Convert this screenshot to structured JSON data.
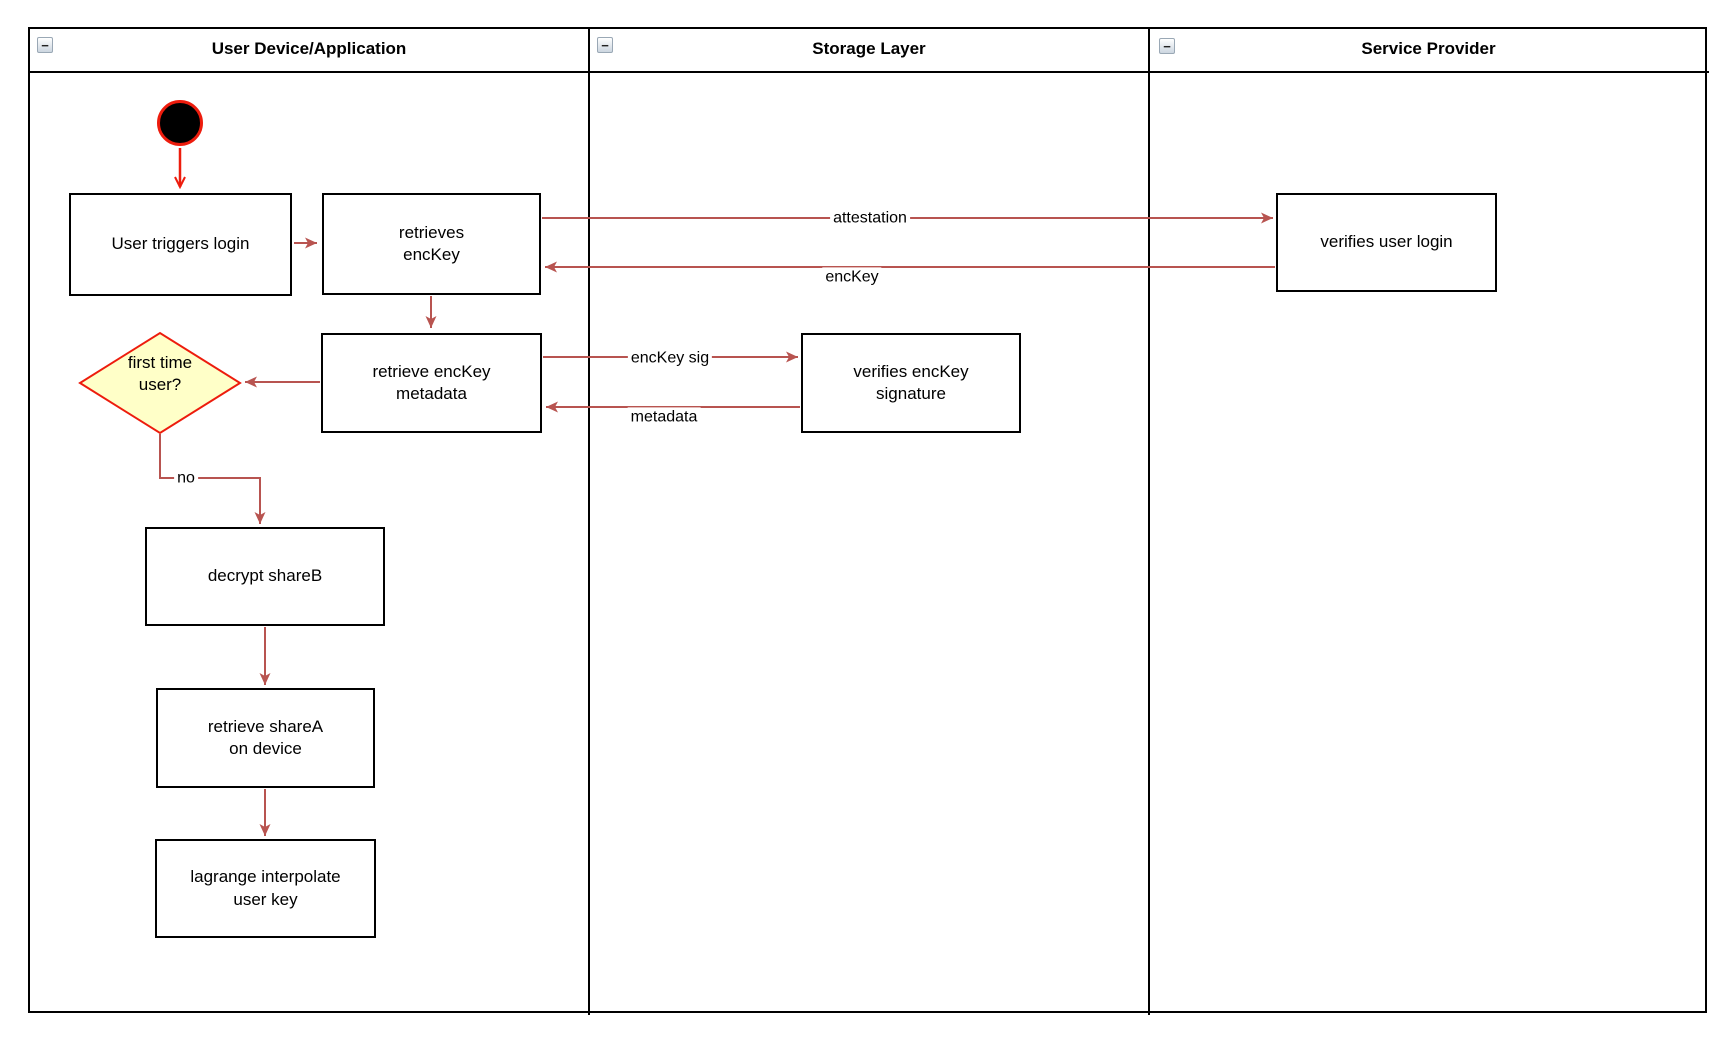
{
  "lanes": [
    {
      "title": "User Device/Application"
    },
    {
      "title": "Storage Layer"
    },
    {
      "title": "Service Provider"
    }
  ],
  "collapse_glyph": "−",
  "nodes": {
    "user_triggers_login": "User triggers login",
    "retrieves_enckey": "retrieves\nencKey",
    "retrieve_enckey_metadata": "retrieve encKey\nmetadata",
    "first_time_user": "first time\nuser?",
    "decrypt_shareb": "decrypt shareB",
    "retrieve_sharea_on_device": "retrieve shareA\non device",
    "lagrange_interpolate_user_key": "lagrange interpolate\nuser key",
    "verifies_enckey_signature": "verifies encKey\nsignature",
    "verifies_user_login": "verifies user login"
  },
  "edge_labels": {
    "attestation": "attestation",
    "enckey": "encKey",
    "enckey_sig": "encKey sig",
    "metadata": "metadata",
    "no": "no"
  },
  "colors": {
    "edge": "#B85450",
    "start_accent": "#ED1C0D",
    "decision_fill": "#FFFFC8",
    "node_border": "#000000",
    "background": "#FFFFFF"
  }
}
